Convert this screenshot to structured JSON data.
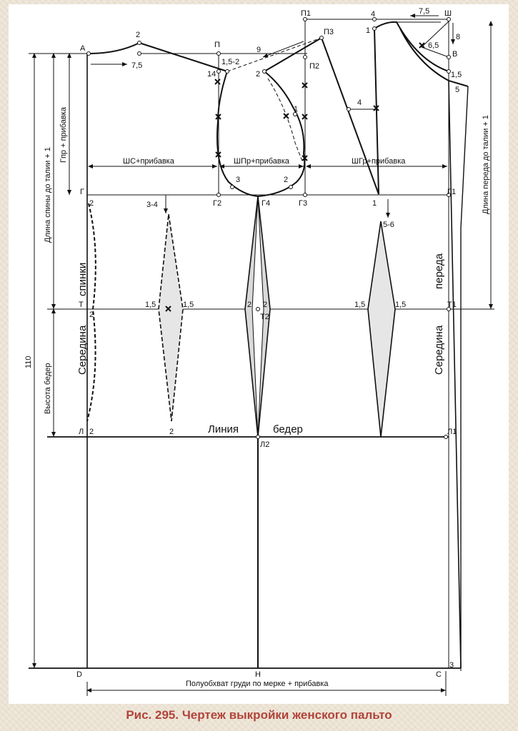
{
  "caption": "Рис. 295. Чертеж выкройки женского пальто",
  "points": {
    "A": "А",
    "P": "П",
    "P1": "П1",
    "P2": "П2",
    "P3": "П3",
    "Sh": "Ш",
    "V": "В",
    "G": "Г",
    "G1": "Г1",
    "G2": "Г2",
    "G3": "Г3",
    "G4": "Г4",
    "T": "Т",
    "T1": "Т1",
    "T2": "Т2",
    "L": "Л",
    "L1": "Л1",
    "L2": "Л2",
    "D": "D",
    "N": "Н",
    "S": "С"
  },
  "measures": {
    "m_2_shoulder": "2",
    "m_7_5_left": "7,5",
    "m_1_5_2": "1,5-2",
    "m_14": "14",
    "m_9": "9",
    "m_2_armhole_left": "2",
    "m_1_armhole": "1",
    "m_4_top": "4",
    "m_7_5_top": "7,5",
    "m_1_neck": "1",
    "m_8": "8",
    "m_6_5": "6,5",
    "m_1_5_front": "1,5",
    "m_5_front": "5",
    "m_4_front": "4",
    "m_3_g2": "3",
    "m_2_g3": "2",
    "m_2_back": "2",
    "m_3_4": "3-4",
    "m_1_front": "1",
    "m_5_6": "5-6",
    "m_1_5_a": "1,5",
    "m_1_5_b": "1,5",
    "m_2_t_a": "2",
    "m_2_t_b": "2",
    "m_1_5_c": "1,5",
    "m_1_5_d": "1,5",
    "m_2_t_left": "2",
    "m_2_hip_left": "2",
    "m_2_hip_dart": "2",
    "m_3_hem": "3"
  },
  "labels": {
    "back_width": "ШС+прибавка",
    "armhole_width": "ШПр+прибавка",
    "chest_width": "ШГр+прибавка",
    "back_length": "Длина спины до талии + 1",
    "armhole_depth": "Гпр + прибавка",
    "front_length": "Длина переда до талии + 1",
    "hip_height": "Высота бедер",
    "total_length": "110",
    "back_center_1": "Середина",
    "back_center_2": "спинки",
    "front_center_1": "Середина",
    "front_center_2": "переда",
    "hip_line_1": "Линия",
    "hip_line_2": "бедер",
    "half_bust": "Полуобхват груди по мерке + прибавка"
  }
}
